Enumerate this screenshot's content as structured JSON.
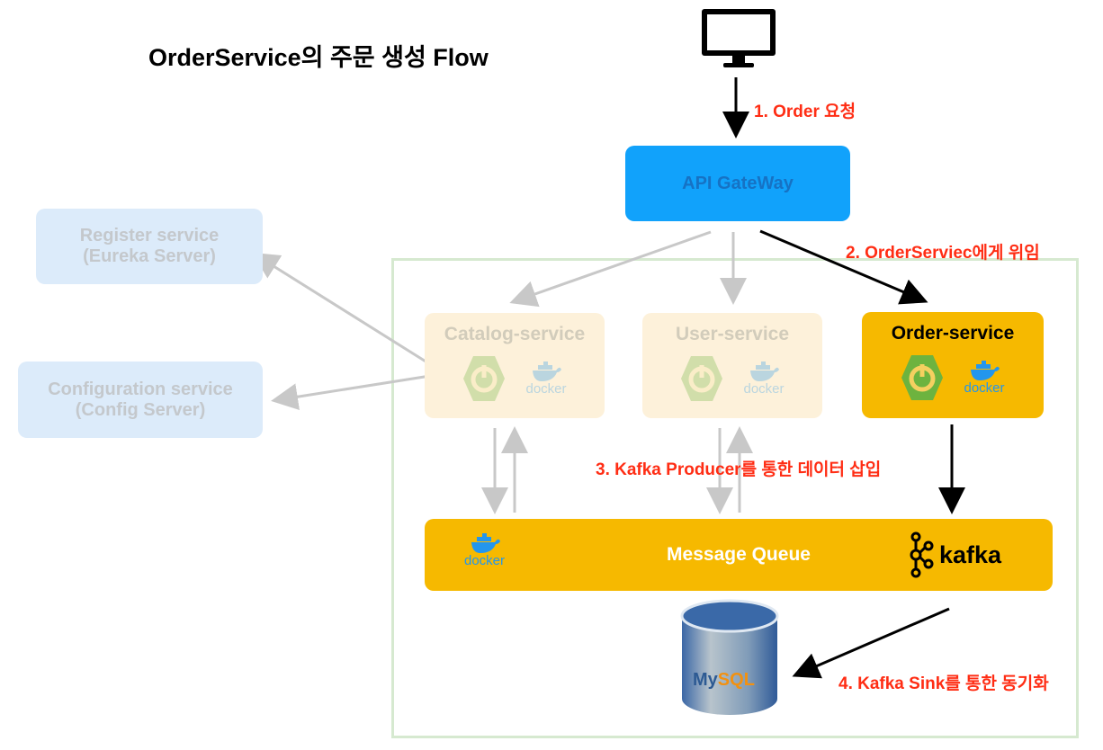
{
  "title": "OrderService의 주문 생성 Flow",
  "steps": {
    "s1": "1. Order 요청",
    "s2": "2. OrderServiec에게 위임",
    "s3": "3. Kafka Producer를 통한 데이터 삽입",
    "s4": "4. Kafka Sink를 통한 동기화"
  },
  "nodes": {
    "gateway": "API GateWay",
    "register": [
      "Register service",
      "(Eureka Server)"
    ],
    "config": [
      "Configuration service",
      "(Config Server)"
    ],
    "catalog": "Catalog-service",
    "user": "User-service",
    "order": "Order-service",
    "queue": "Message Queue",
    "docker": "docker",
    "kafka": "kafka",
    "mysql": [
      "My",
      "SQL"
    ]
  },
  "colors": {
    "accent": "#ff2d14",
    "gateway": "#11a2fb",
    "service": "#f6b900",
    "faded": "#fdf1da",
    "spring": "#6db33f",
    "docker": "#2396ed",
    "mysql": "#3c6aa8"
  }
}
